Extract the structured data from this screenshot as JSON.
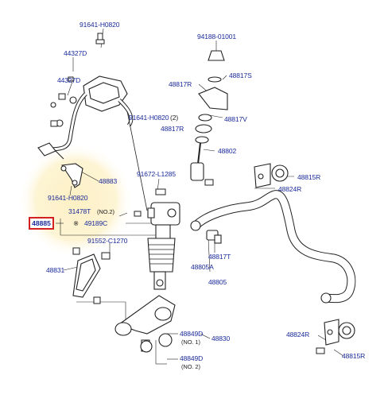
{
  "highlight": "48885",
  "colors": {
    "label": "#1a2a9a",
    "highlight_border": "#d42020",
    "glow": "#fdf3cf"
  },
  "labels": {
    "p91641_top": "91641-H0820",
    "p94188": "94188-01001",
    "p44327a": "44327D",
    "p44327b": "44327D",
    "p48817s": "48817S",
    "p48817r_top": "48817R",
    "p91641_mid": "91641-H0820",
    "p91641_mid_qty": "(2)",
    "p48817v": "48817V",
    "p48817r_mid": "48817R",
    "p48802": "48802",
    "p48883": "48883",
    "p91672": "91672-L1285",
    "p48815r_top": "48815R",
    "p48824r_top": "48824R",
    "p91641_left": "91641-H0820",
    "p31478t": "31478T",
    "p31478t_note": "(NO.2)",
    "p49189c": "49189C",
    "p49189c_mark": "※",
    "p91552": "91552-C1270",
    "p48817t": "48817T",
    "p48805a": "48805A",
    "p48831": "48831",
    "p48805": "48805",
    "p48849d_1": "48849D",
    "p48849d_1_note": "(NO. 1)",
    "p48830": "48830",
    "p48849d_2": "48849D",
    "p48849d_2_note": "(NO. 2)",
    "p48824r_bot": "48824R",
    "p48815r_bot": "48815R"
  }
}
